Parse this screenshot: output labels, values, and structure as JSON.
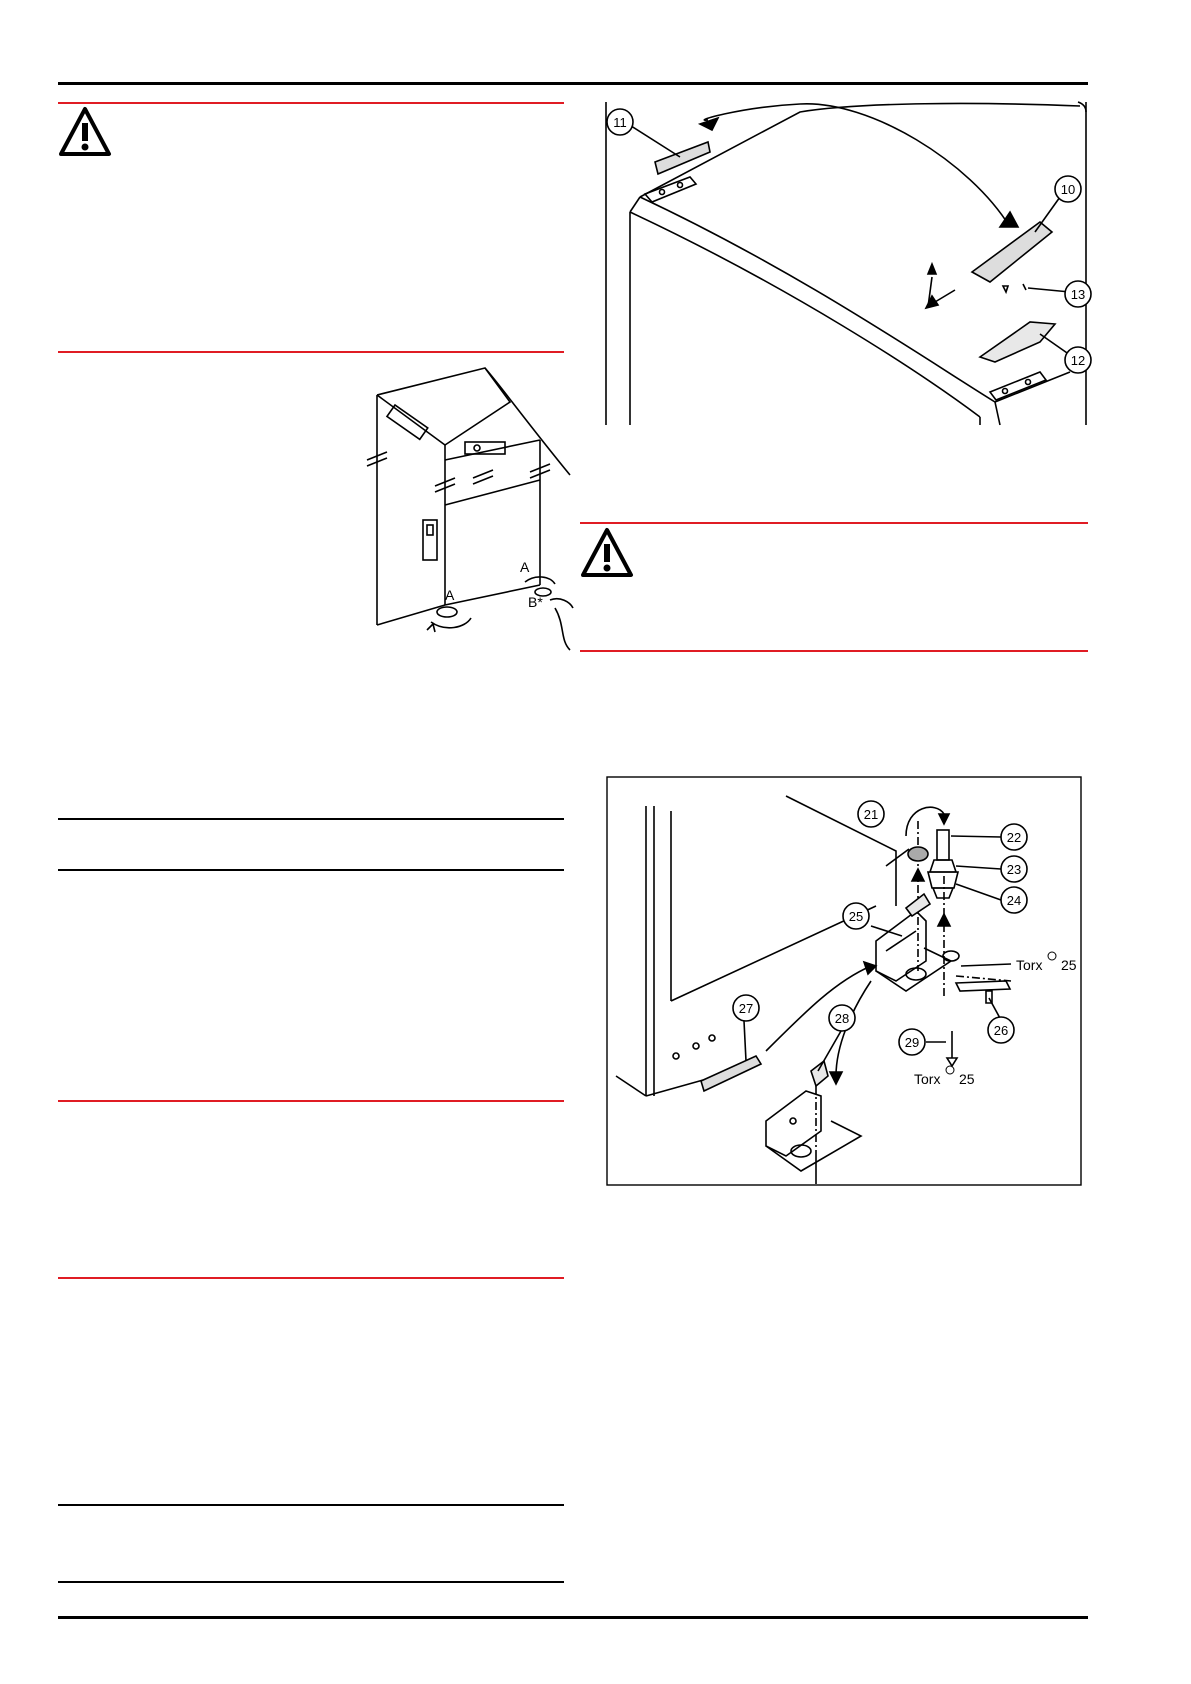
{
  "figures": {
    "feet": {
      "labels": [
        "A",
        "A",
        "B*"
      ]
    },
    "top_hinge": {
      "callouts": [
        "11",
        "10",
        "13",
        "12"
      ]
    },
    "bottom_hinge": {
      "callouts": [
        "21",
        "22",
        "23",
        "24",
        "25",
        "26",
        "27",
        "28",
        "29"
      ],
      "torx_top": "Torx",
      "torx_top_size": "25",
      "torx_bottom": "Torx",
      "torx_bottom_size": "25"
    }
  },
  "colors": {
    "rule": "#000000",
    "section_rule": "#e01c24"
  },
  "icons": [
    "warning-icon",
    "warning-icon"
  ]
}
